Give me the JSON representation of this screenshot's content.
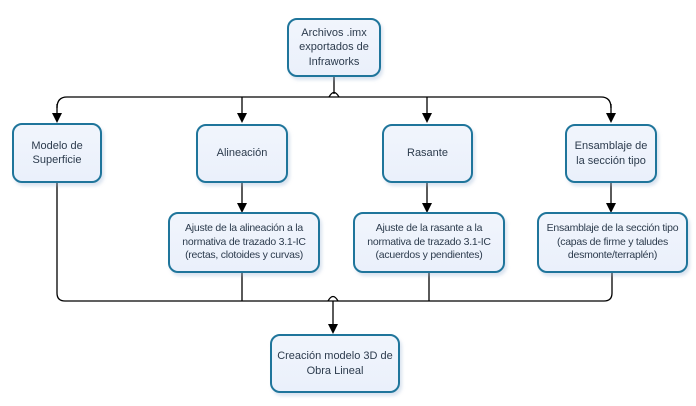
{
  "diagram": {
    "title": "Infraworks to Civil 3D linear-works workflow",
    "colors": {
      "node_border": "#1F759B",
      "node_fill": "#EAF0FB",
      "text": "#2C3B4D",
      "connector": "#000000"
    },
    "nodes": {
      "source": {
        "label": "Archivos .imx exportados de Infraworks"
      },
      "surface": {
        "label": "Modelo de Superficie"
      },
      "alignment": {
        "label": "Alineación"
      },
      "grade": {
        "label": "Rasante"
      },
      "assembly": {
        "label": "Ensamblaje de la sección tipo"
      },
      "alignment_detail": {
        "label": "Ajuste de la alineación a la normativa de trazado 3.1-IC (rectas, clotoides y curvas)"
      },
      "grade_detail": {
        "label": "Ajuste de la rasante a la normativa de trazado 3.1-IC (acuerdos y pendientes)"
      },
      "assembly_detail": {
        "label": "Ensamblaje de la sección tipo (capas de firme y taludes desmonte/terraplén)"
      },
      "output": {
        "label": "Creación modelo 3D de Obra Lineal"
      }
    },
    "edges": [
      {
        "from": "source",
        "to": "surface"
      },
      {
        "from": "source",
        "to": "alignment"
      },
      {
        "from": "source",
        "to": "grade"
      },
      {
        "from": "source",
        "to": "assembly"
      },
      {
        "from": "alignment",
        "to": "alignment_detail"
      },
      {
        "from": "grade",
        "to": "grade_detail"
      },
      {
        "from": "assembly",
        "to": "assembly_detail"
      },
      {
        "from": "surface",
        "to": "output"
      },
      {
        "from": "alignment_detail",
        "to": "output"
      },
      {
        "from": "grade_detail",
        "to": "output"
      },
      {
        "from": "assembly_detail",
        "to": "output"
      }
    ]
  }
}
